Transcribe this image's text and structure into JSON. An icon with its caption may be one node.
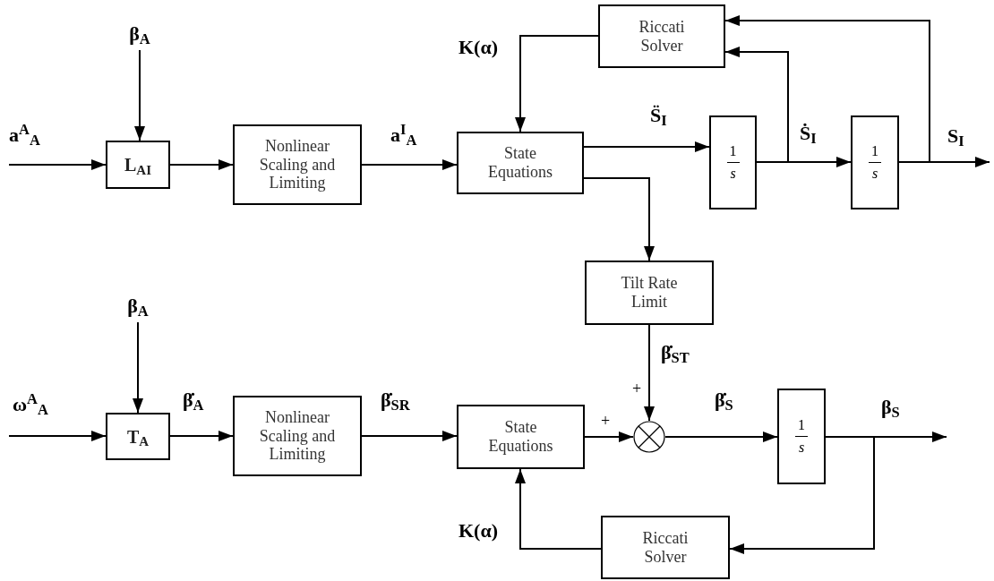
{
  "diagram": {
    "nodes": [
      {
        "text": [
          "Riccati Solver"
        ]
      },
      {
        "text": [
          "β$_{A}$"
        ]
      },
      {
        "text": [
          "L$_{AI}$"
        ]
      },
      {
        "text": [
          "Nonlinear Scaling and Limiting"
        ]
      },
      {
        "text": [
          "State Equations"
        ]
      },
      {
        "text": [
          "1",
          "s"
        ]
      },
      {
        "text": [
          "1",
          "s"
        ]
      },
      {
        "text": [
          "Tilt Rate Limit"
        ]
      },
      {
        "text": [
          "β$_{A}$"
        ]
      },
      {
        "text": [
          "T$_{A}$"
        ]
      },
      {
        "text": [
          "Nonlinear Scaling and Limiting"
        ]
      },
      {
        "text": [
          "State Equations"
        ]
      },
      {
        "text": [],
        "shape": "circle"
      },
      {
        "text": [
          "1",
          "s"
        ]
      },
      {
        "text": [
          "Riccati Solver"
        ]
      }
    ],
    "edges": [
      {
        "from": null,
        "to": 2,
        "arrow": "to",
        "label": "a$^{A}$$_{A}$"
      },
      {
        "from": 1,
        "to": 2,
        "arrow": "to"
      },
      {
        "from": 2,
        "to": 3,
        "arrow": "to"
      },
      {
        "from": 3,
        "to": 4,
        "arrow": "to",
        "label": "a$^{I}$$_{A}$"
      },
      {
        "from": 0,
        "to": 4,
        "arrow": "to",
        "label": "K(α)"
      },
      {
        "from": 4,
        "to": 5,
        "arrow": "to",
        "label": "S̈$_{I}$"
      },
      {
        "from": 5,
        "to": 6,
        "arrow": "to",
        "label": "Ṡ$_{I}$"
      },
      {
        "from": 5,
        "to": 0,
        "arrow": "to"
      },
      {
        "from": 6,
        "to": null,
        "arrow": "to",
        "label": "S$_{I}$"
      },
      {
        "from": 6,
        "to": 0,
        "arrow": "to"
      },
      {
        "from": 4,
        "to": 7,
        "arrow": "to"
      },
      {
        "from": 7,
        "to": 12,
        "arrow": "to",
        "label": "β̇$_{ST}$"
      },
      {
        "from": null,
        "to": 9,
        "arrow": "to",
        "label": "ω$^{A}$$_{A}$"
      },
      {
        "from": 8,
        "to": 9,
        "arrow": "to"
      },
      {
        "from": 9,
        "to": 10,
        "arrow": "to",
        "label": "β̇$_{A}$"
      },
      {
        "from": 10,
        "to": 11,
        "arrow": "to",
        "label": "β̇$_{SR}$"
      },
      {
        "from": 11,
        "to": 12,
        "arrow": "to"
      },
      {
        "from": 12,
        "to": 13,
        "arrow": "to",
        "label": "β̇$_{S}$"
      },
      {
        "from": 13,
        "to": null,
        "arrow": "to",
        "label": "β$_{S}$"
      },
      {
        "from": 13,
        "to": 14,
        "arrow": "to"
      },
      {
        "from": 14,
        "to": 11,
        "arrow": "to",
        "label": "K(α)"
      }
    ],
    "labels": [
      "+",
      "+"
    ]
  }
}
